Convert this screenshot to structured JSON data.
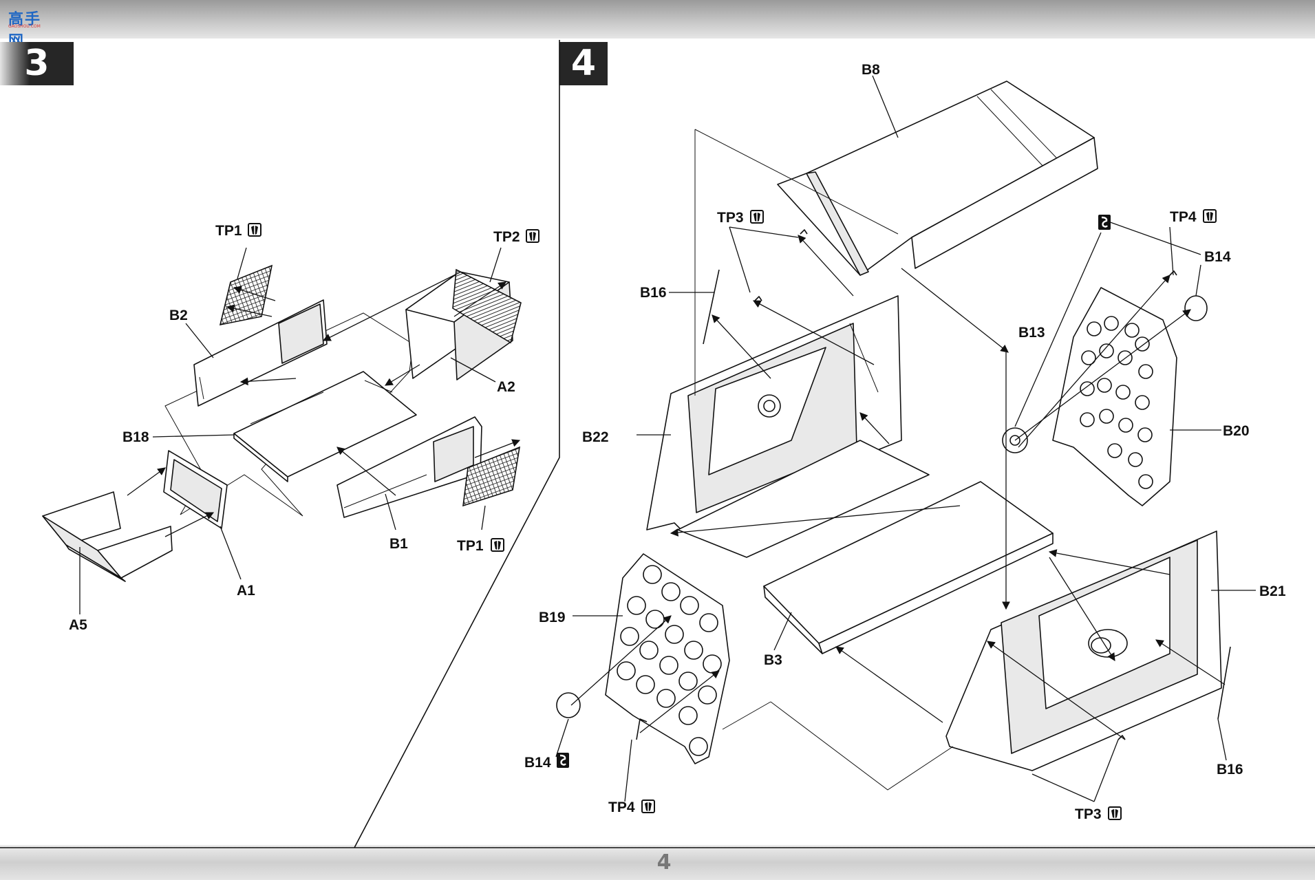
{
  "watermark": {
    "text": "高手网",
    "subtext": "GAOSHOU.COM"
  },
  "steps": [
    {
      "number": "3"
    },
    {
      "number": "4"
    }
  ],
  "page_number": "4",
  "step3_labels": {
    "tp1_top": "TP1",
    "tp2": "TP2",
    "b2": "B2",
    "a2": "A2",
    "b18": "B18",
    "b1": "B1",
    "tp1_bottom": "TP1",
    "a1": "A1",
    "a5": "A5"
  },
  "step4_labels": {
    "b8": "B8",
    "tp3_top": "TP3",
    "tp4_top": "TP4",
    "b14_top": "B14",
    "b16_left": "B16",
    "b13": "B13",
    "b20": "B20",
    "b22": "B22",
    "b21": "B21",
    "b19": "B19",
    "b3": "B3",
    "b14_bottom": "B14",
    "b16_right": "B16",
    "tp4_bottom": "TP4",
    "tp3_bottom": "TP3"
  },
  "icons": {
    "glue_icon": "photo-etch-bend-icon",
    "cut_icon": "sprue-cut-icon"
  }
}
